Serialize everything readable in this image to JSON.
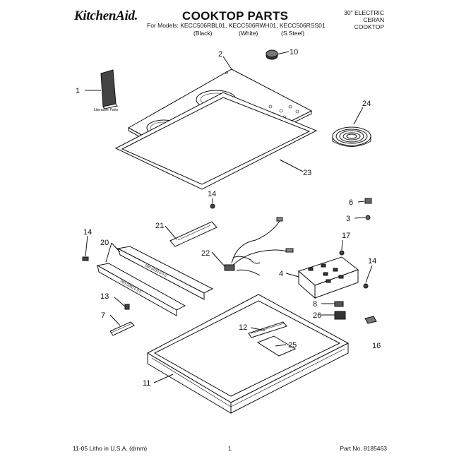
{
  "header": {
    "brand": "KitchenAid.",
    "title": "COOKTOP PARTS",
    "models_line": "For Models: KECC506RBL01, KECC506RWH01, KECC506RSS01",
    "variants": [
      "(Black)",
      "(White)",
      "(S.Steel)"
    ],
    "right_lines": [
      "30\" ELECTRIC",
      "CERAN",
      "COOKTOP"
    ]
  },
  "footer": {
    "left": "11-05 Litho in U.S.A. (drnm)",
    "center": "1",
    "right": "Part No. 8185463"
  },
  "literature_label": "Literature Parts",
  "callouts": [
    "1",
    "2",
    "10",
    "24",
    "23",
    "14",
    "6",
    "3",
    "21",
    "22",
    "17",
    "14",
    "20",
    "4",
    "14",
    "13",
    "8",
    "7",
    "12",
    "26",
    "16",
    "25",
    "11"
  ]
}
